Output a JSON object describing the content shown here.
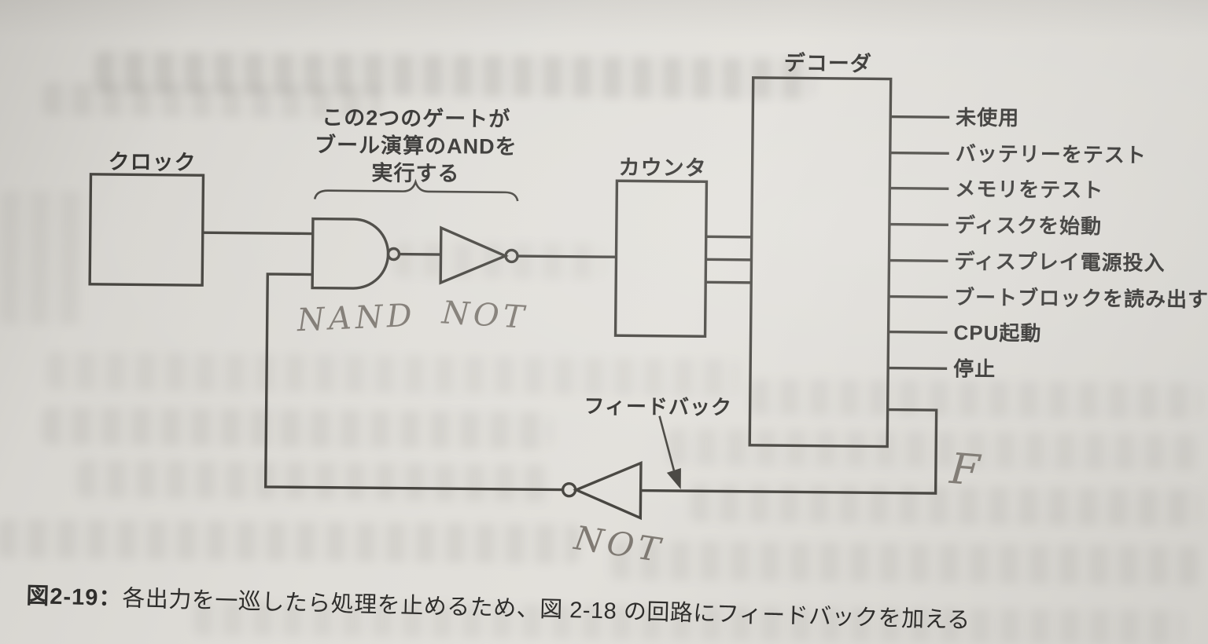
{
  "diagram": {
    "clock_label": "クロック",
    "counter_label": "カウンタ",
    "decoder_label": "デコーダ",
    "feedback_label": "フィードバック",
    "gate_note": [
      "この2つのゲートが",
      "ブール演算のANDを",
      "実行する"
    ],
    "outputs": [
      "未使用",
      "バッテリーをテスト",
      "メモリをテスト",
      "ディスクを始動",
      "ディスプレイ電源投入",
      "ブートブロックを読み出す",
      "CPU起動",
      "停止"
    ],
    "handwritten": {
      "nand_gate_note": "NAND",
      "not_gate_note": "NOT",
      "feedback_not_note": "NOT",
      "f_mark": "F"
    }
  },
  "caption": {
    "prefix": "図2-19：",
    "text": "各出力を一巡したら処理を止めるため、図 2-18 の回路にフィードバックを加える"
  },
  "colors": {
    "paper": "#dedcd7",
    "ink_line": "#46443f",
    "print_text": "#33322f",
    "pencil": "#6f6962"
  }
}
